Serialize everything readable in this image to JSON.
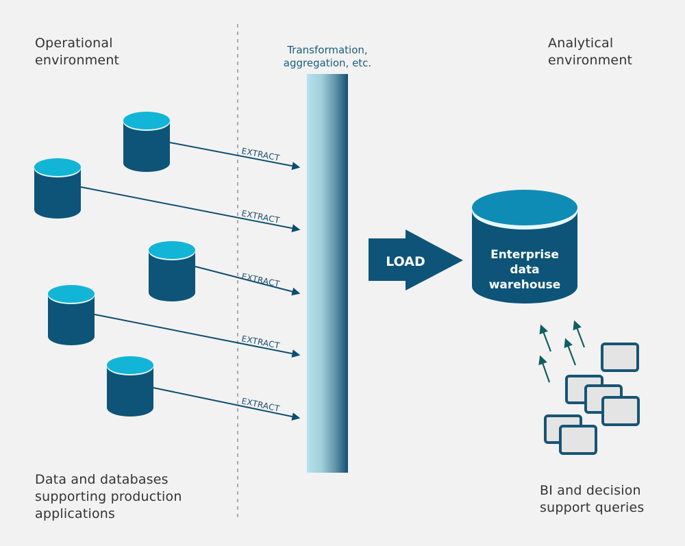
{
  "labels": {
    "operational_environment": [
      "Operational",
      "environment"
    ],
    "analytical_environment": [
      "Analytical",
      "environment"
    ],
    "transformation": [
      "Transformation,",
      "aggregation, etc."
    ],
    "data_and_databases": [
      "Data and databases",
      "supporting production",
      "applications"
    ],
    "bi_queries": [
      "BI and decision",
      "support queries"
    ]
  },
  "source_databases": [
    {
      "extract_label": "EXTRACT"
    },
    {
      "extract_label": "EXTRACT"
    },
    {
      "extract_label": "EXTRACT"
    },
    {
      "extract_label": "EXTRACT"
    },
    {
      "extract_label": "EXTRACT"
    }
  ],
  "load_label": "LOAD",
  "warehouse_label": [
    "Enterprise",
    "data",
    "warehouse"
  ],
  "colors": {
    "background": "#f2f2f2",
    "db_body": "#0d5478",
    "db_top": "#12b5d6",
    "warehouse_top": "#0e8cb5",
    "arrow": "#0d4d6e",
    "query_arrow": "#0f5e60",
    "query_box_fill": "#e4e4e4",
    "query_box_stroke": "#175474",
    "text_dark": "#333333",
    "text_accent": "#1b5d7c"
  }
}
